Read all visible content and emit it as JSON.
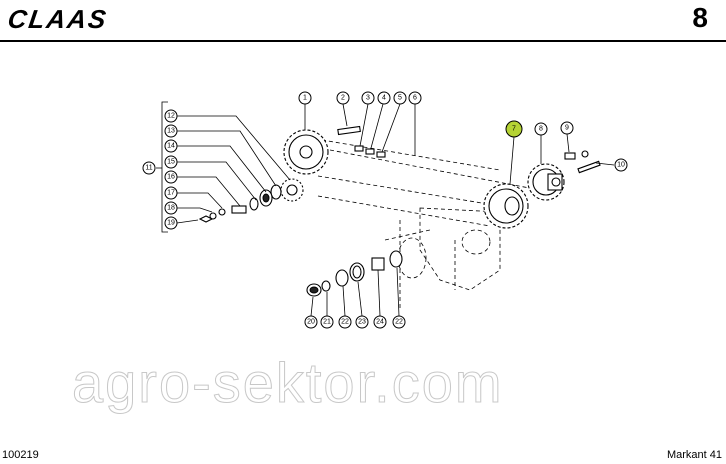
{
  "header": {
    "logo": "CLAAS",
    "page_number": "8"
  },
  "callouts": {
    "c1": "1",
    "c2": "2",
    "c3": "3",
    "c4": "4",
    "c5": "5",
    "c6": "6",
    "c7": "7",
    "c8": "8",
    "c9": "9",
    "c10": "10",
    "c11": "11",
    "c12": "12",
    "c13": "13",
    "c14": "14",
    "c15": "15",
    "c16": "16",
    "c17": "17",
    "c18": "18",
    "c19": "19",
    "c20": "20",
    "c21": "21",
    "c22a": "22",
    "c23": "23",
    "c24": "24",
    "c22b": "22"
  },
  "highlight_color": "#b5d334",
  "watermark": "agro-sektor.com",
  "footer": {
    "doc_code": "100219",
    "model": "Markant 41"
  }
}
